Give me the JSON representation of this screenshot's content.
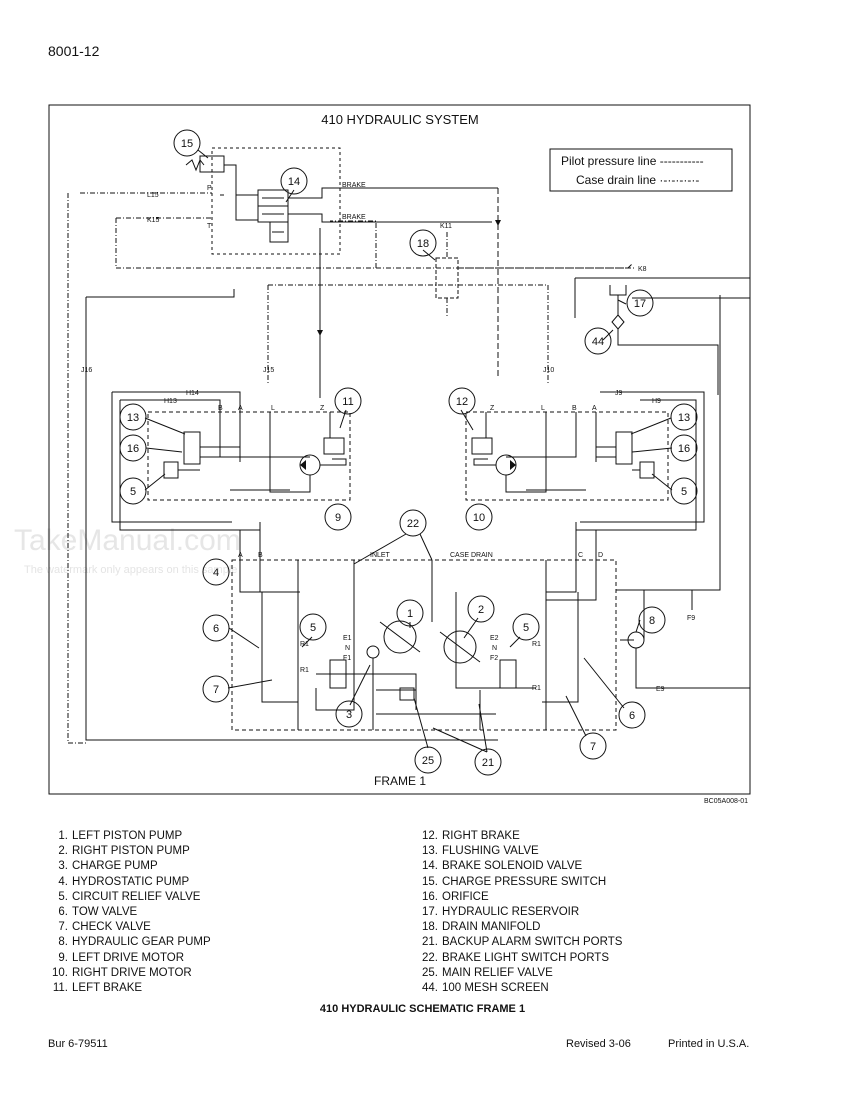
{
  "page": {
    "number": "8001-12",
    "footer_left": "Bur 6-79511",
    "footer_revised": "Revised 3-06",
    "footer_printed": "Printed in U.S.A."
  },
  "watermark": {
    "text": "TakeManual.com",
    "subtext": "The watermark only appears on this sample"
  },
  "diagram": {
    "title": "410 HYDRAULIC SYSTEM",
    "legend_pilot": "Pilot pressure line -----------",
    "legend_case": "Case drain line ·-·-·-·-·-",
    "frame_label": "FRAME 1",
    "drawing_code": "BC05A008-01",
    "labels": {
      "brake1": "BRAKE",
      "brake2": "BRAKE",
      "inlet": "INLET",
      "case_drain": "CASE DRAIN",
      "l15": "L15",
      "k15": "K15",
      "p": "P",
      "t": "T",
      "k11": "K11",
      "k8": "K8",
      "j16": "J16",
      "j15": "J15",
      "j10": "J10",
      "h14": "H14",
      "h13": "H13",
      "j9": "J9",
      "h9": "H9",
      "f9": "F9",
      "e9": "E9",
      "b_l": "B",
      "a_l": "A",
      "l_l": "L",
      "z_l": "Z",
      "z_r": "Z",
      "l_r": "L",
      "b_r": "B",
      "a_r": "A",
      "fa": "A",
      "fb": "B",
      "fc": "C",
      "fd": "D",
      "e1": "E1",
      "n1": "N",
      "f1": "F1",
      "e2": "E2",
      "n2": "N",
      "f2": "F2",
      "r1a": "R1",
      "r1b": "R1",
      "r1c": "R1",
      "r1d": "R1"
    },
    "callouts": {
      "c15": "15",
      "c14": "14",
      "c18": "18",
      "c17": "17",
      "c44": "44",
      "c11": "11",
      "c13l": "13",
      "c16l": "16",
      "c5l": "5",
      "c9": "9",
      "c12": "12",
      "c13r": "13",
      "c16r": "16",
      "c5r": "5",
      "c10": "10",
      "c22": "22",
      "c4": "4",
      "c1": "1",
      "c2": "2",
      "c6l": "6",
      "c5fl": "5",
      "c7l": "7",
      "c3": "3",
      "c25": "25",
      "c21": "21",
      "c5fr": "5",
      "c8": "8",
      "c6r": "6",
      "c7r": "7"
    }
  },
  "legend": {
    "left": [
      {
        "num": "1.",
        "text": "LEFT PISTON PUMP"
      },
      {
        "num": "2.",
        "text": "RIGHT PISTON PUMP"
      },
      {
        "num": "3.",
        "text": "CHARGE PUMP"
      },
      {
        "num": "4.",
        "text": "HYDROSTATIC PUMP"
      },
      {
        "num": "5.",
        "text": "CIRCUIT RELIEF VALVE"
      },
      {
        "num": "6.",
        "text": "TOW VALVE"
      },
      {
        "num": "7.",
        "text": "CHECK VALVE"
      },
      {
        "num": "8.",
        "text": "HYDRAULIC GEAR PUMP"
      },
      {
        "num": "9.",
        "text": "LEFT DRIVE MOTOR"
      },
      {
        "num": "10.",
        "text": "RIGHT DRIVE MOTOR"
      },
      {
        "num": "11.",
        "text": "LEFT BRAKE"
      }
    ],
    "right": [
      {
        "num": "12.",
        "text": "RIGHT BRAKE"
      },
      {
        "num": "13.",
        "text": "FLUSHING VALVE"
      },
      {
        "num": "14.",
        "text": "BRAKE SOLENOID VALVE"
      },
      {
        "num": "15.",
        "text": "CHARGE PRESSURE SWITCH"
      },
      {
        "num": "16.",
        "text": "ORIFICE"
      },
      {
        "num": "17.",
        "text": "HYDRAULIC RESERVOIR"
      },
      {
        "num": "18.",
        "text": "DRAIN MANIFOLD"
      },
      {
        "num": "21.",
        "text": "BACKUP ALARM SWITCH PORTS"
      },
      {
        "num": "22.",
        "text": "BRAKE LIGHT SWITCH PORTS"
      },
      {
        "num": "25.",
        "text": "MAIN RELIEF VALVE"
      },
      {
        "num": "44.",
        "text": "100 MESH SCREEN"
      }
    ]
  },
  "caption": "410 HYDRAULIC SCHEMATIC FRAME 1"
}
